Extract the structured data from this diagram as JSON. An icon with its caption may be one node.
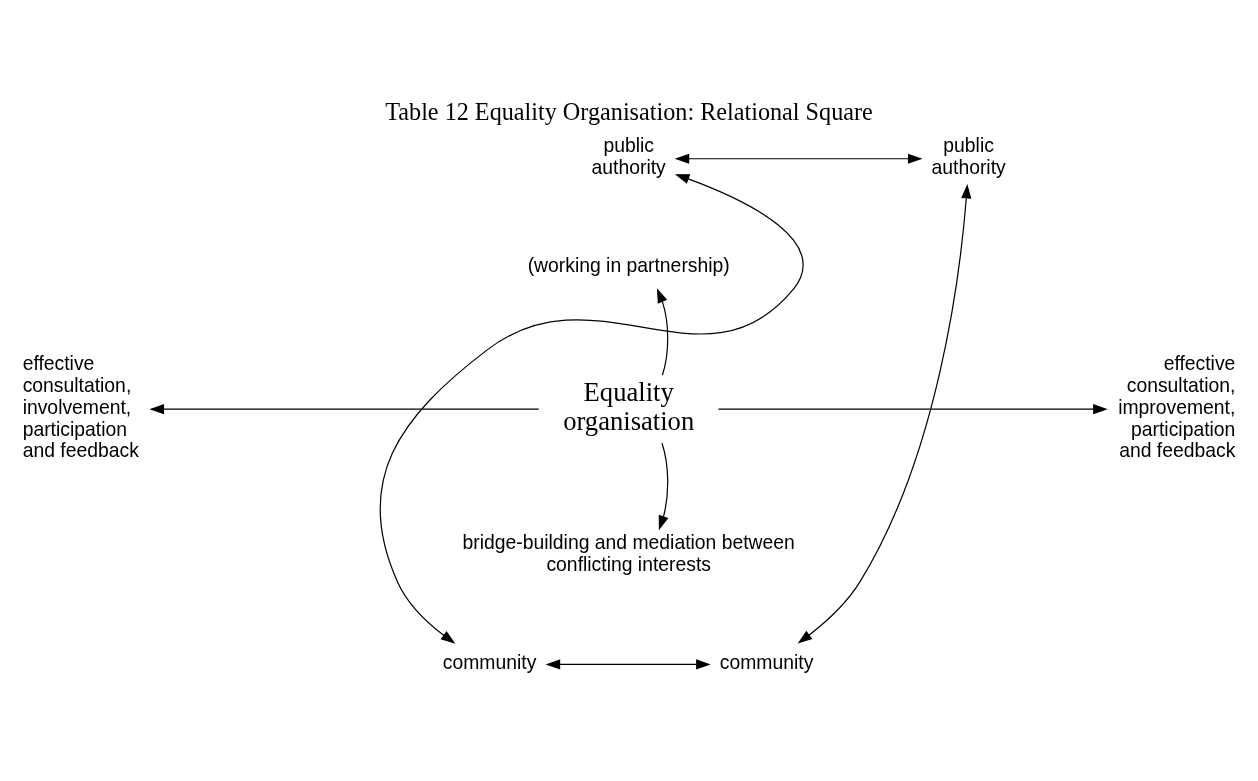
{
  "diagram": {
    "title": "Table 12 Equality Organisation: Relational Square",
    "nodes": [
      {
        "text": [
          "public authority"
        ]
      },
      {
        "text": [
          "public authority"
        ]
      },
      {
        "text": [
          "(working in partnership)"
        ]
      },
      {
        "text": [
          "effective consultation, involvement, participation and feedback"
        ]
      },
      {
        "text": [
          "Equality organisation"
        ]
      },
      {
        "text": [
          "effective consultation, improvement, participation and feedback"
        ]
      },
      {
        "text": [
          "bridge-building and mediation between conflicting interests"
        ]
      },
      {
        "text": [
          "community"
        ]
      },
      {
        "text": [
          "community"
        ]
      }
    ],
    "edges": [
      {
        "from": 0,
        "to": 1,
        "arrow": "both"
      },
      {
        "from": 4,
        "to": 2,
        "arrow": "to"
      },
      {
        "from": 0,
        "to": 7,
        "arrow": "both"
      },
      {
        "from": 1,
        "to": 8,
        "arrow": "both"
      },
      {
        "from": 4,
        "to": 3,
        "arrow": "to"
      },
      {
        "from": 4,
        "to": 5,
        "arrow": "to"
      },
      {
        "from": 4,
        "to": 6,
        "arrow": "to"
      },
      {
        "from": 7,
        "to": 8,
        "arrow": "both"
      }
    ]
  }
}
